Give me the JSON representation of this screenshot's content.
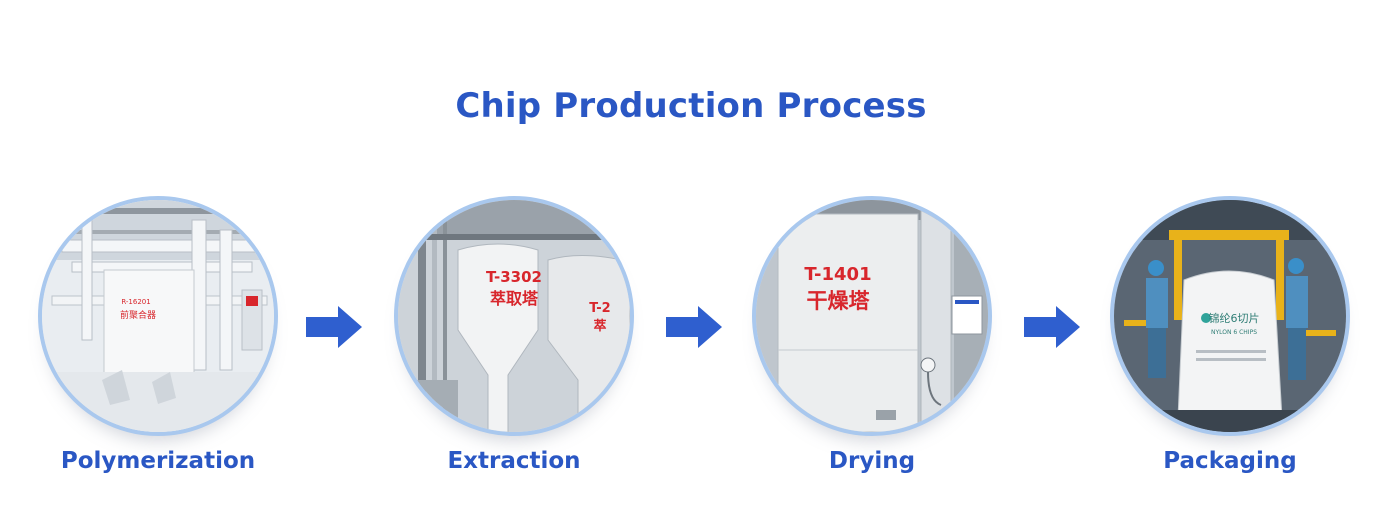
{
  "title": "Chip Production Process",
  "steps": [
    {
      "label": "Polymerization",
      "icon": "polymerization-equipment-photo",
      "signs": [
        "R-16201",
        "前聚合器"
      ]
    },
    {
      "label": "Extraction",
      "icon": "extraction-tower-photo",
      "signs": [
        "T-3302",
        "萃取塔",
        "T-2",
        "萃"
      ]
    },
    {
      "label": "Drying",
      "icon": "drying-tower-photo",
      "signs": [
        "T-1401",
        "干燥塔"
      ]
    },
    {
      "label": "Packaging",
      "icon": "packaging-bag-photo",
      "signs": [
        "锦纶6切片",
        "NYLON 6 CHIPS"
      ]
    }
  ],
  "colors": {
    "accent": "#2a57c4",
    "arrow": "#2f5fcf",
    "ring": "#a9c8ee",
    "sign_red": "#d8262c"
  }
}
